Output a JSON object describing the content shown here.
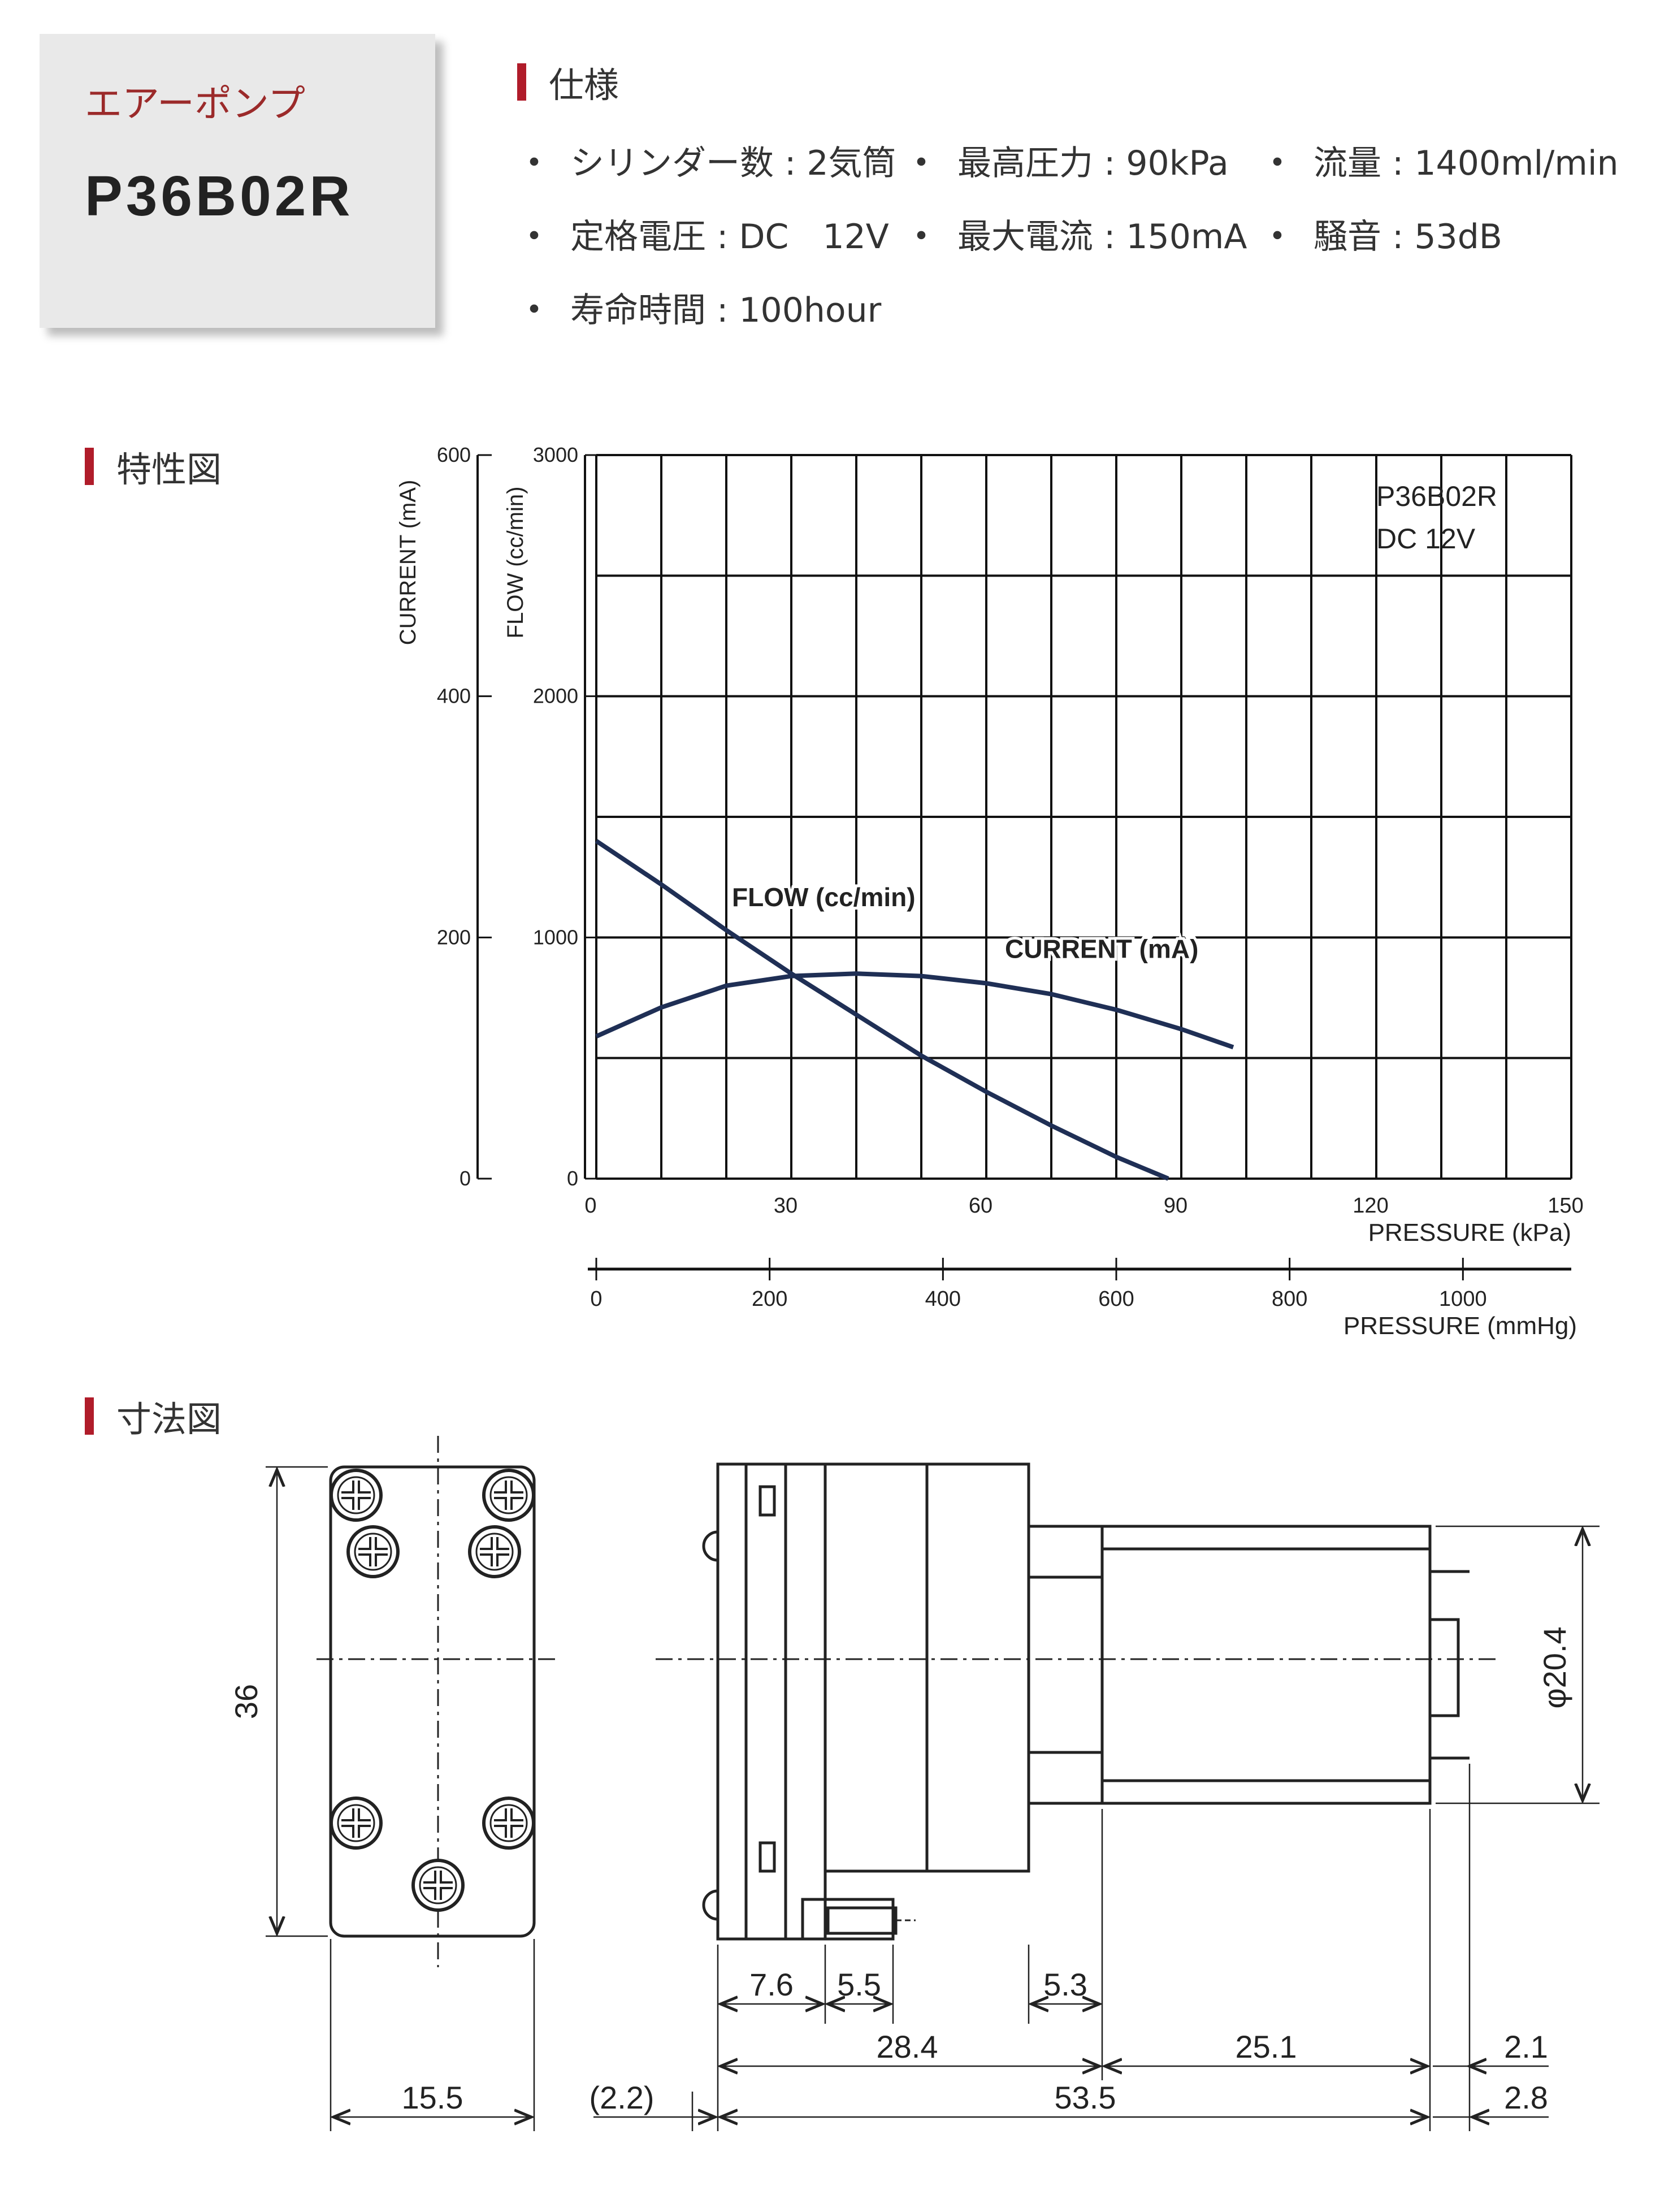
{
  "header": {
    "type": "エアーポンプ",
    "model": "P36B02R"
  },
  "spec_section": {
    "title": "仕様",
    "items": [
      {
        "label": "シリンダー数",
        "value": "2気筒"
      },
      {
        "label": "最高圧力",
        "value": "90kPa"
      },
      {
        "label": "流量",
        "value": "1400ml/min"
      },
      {
        "label": "定格電圧",
        "value": "DC　12V"
      },
      {
        "label": "最大電流",
        "value": "150mA"
      },
      {
        "label": "騒音",
        "value": "53dB"
      },
      {
        "label": "寿命時間",
        "value": "100hour"
      }
    ]
  },
  "chart_section": {
    "title": "特性図"
  },
  "chart_data": {
    "type": "line",
    "annotation": [
      "P36B02R",
      "DC 12V"
    ],
    "xlabel": "PRESSURE (kPa)",
    "xlim": [
      0,
      150
    ],
    "xticks": [
      "0",
      "30",
      "60",
      "90",
      "120",
      "150"
    ],
    "x2label": "PRESSURE (mmHg)",
    "x2lim": [
      0,
      1125
    ],
    "x2ticks": [
      "0",
      "200",
      "400",
      "600",
      "800",
      "1000"
    ],
    "y_left_label": "CURRENT (mA)",
    "y_left_lim": [
      0,
      600
    ],
    "y_left_ticks": [
      "0",
      "200",
      "400",
      "600"
    ],
    "y_right_label": "FLOW (cc/min)",
    "y_right_lim": [
      0,
      3000
    ],
    "y_right_ticks": [
      "0",
      "1000",
      "2000",
      "3000"
    ],
    "grid": true,
    "series": [
      {
        "name": "FLOW (cc/min)",
        "axis": "flow",
        "x": [
          0,
          10,
          20,
          30,
          40,
          50,
          60,
          70,
          80,
          88
        ],
        "y": [
          1400,
          1220,
          1030,
          850,
          680,
          510,
          360,
          220,
          90,
          0
        ]
      },
      {
        "name": "CURRENT (mA)",
        "axis": "current",
        "x": [
          0,
          10,
          20,
          30,
          40,
          50,
          60,
          70,
          80,
          90,
          98
        ],
        "y": [
          118,
          142,
          160,
          168,
          170,
          168,
          162,
          153,
          140,
          124,
          109
        ]
      }
    ]
  },
  "dimension_section": {
    "title": "寸法図",
    "labels": {
      "height": "36",
      "width": "15.5",
      "offset_left": "(2.2)",
      "d1": "7.6",
      "d2": "5.5",
      "d3": "5.3",
      "d4": "28.4",
      "d5": "25.1",
      "d6": "2.1",
      "d7": "53.5",
      "d8": "2.8",
      "diameter": "φ20.4"
    }
  }
}
